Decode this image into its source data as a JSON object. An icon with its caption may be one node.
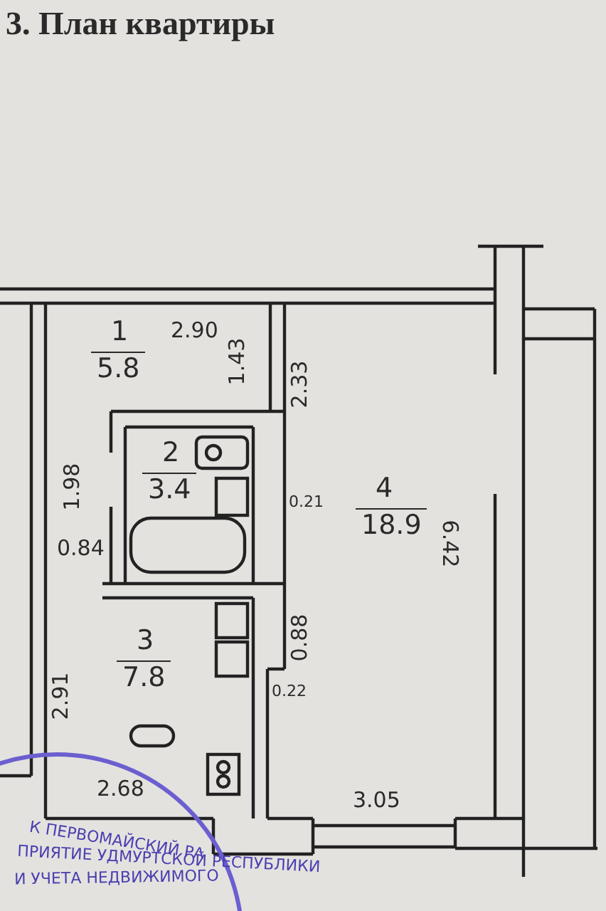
{
  "diagram": {
    "title": "3. План квартиры",
    "nodes": [
      {
        "text": [
          "1",
          "5.8"
        ]
      },
      {
        "text": [
          "2",
          "3.4"
        ]
      },
      {
        "text": [
          "3",
          "7.8"
        ]
      },
      {
        "text": [
          "4",
          "18.9"
        ]
      }
    ],
    "edges": [],
    "labels": [
      "2.90",
      "1.43",
      "2.33",
      "1.98",
      "0.21",
      "0.84",
      "6.42",
      "0.88",
      "0.22",
      "2.91",
      "2.68",
      "3.05",
      "К ПЕРВОМАЙСКИЙ РА",
      "ПРИЯТИЕ УДМУРТСКОЙ РЕСПУБЛИКИ",
      "И УЧЕТА НЕДВИЖИМОГО"
    ]
  }
}
